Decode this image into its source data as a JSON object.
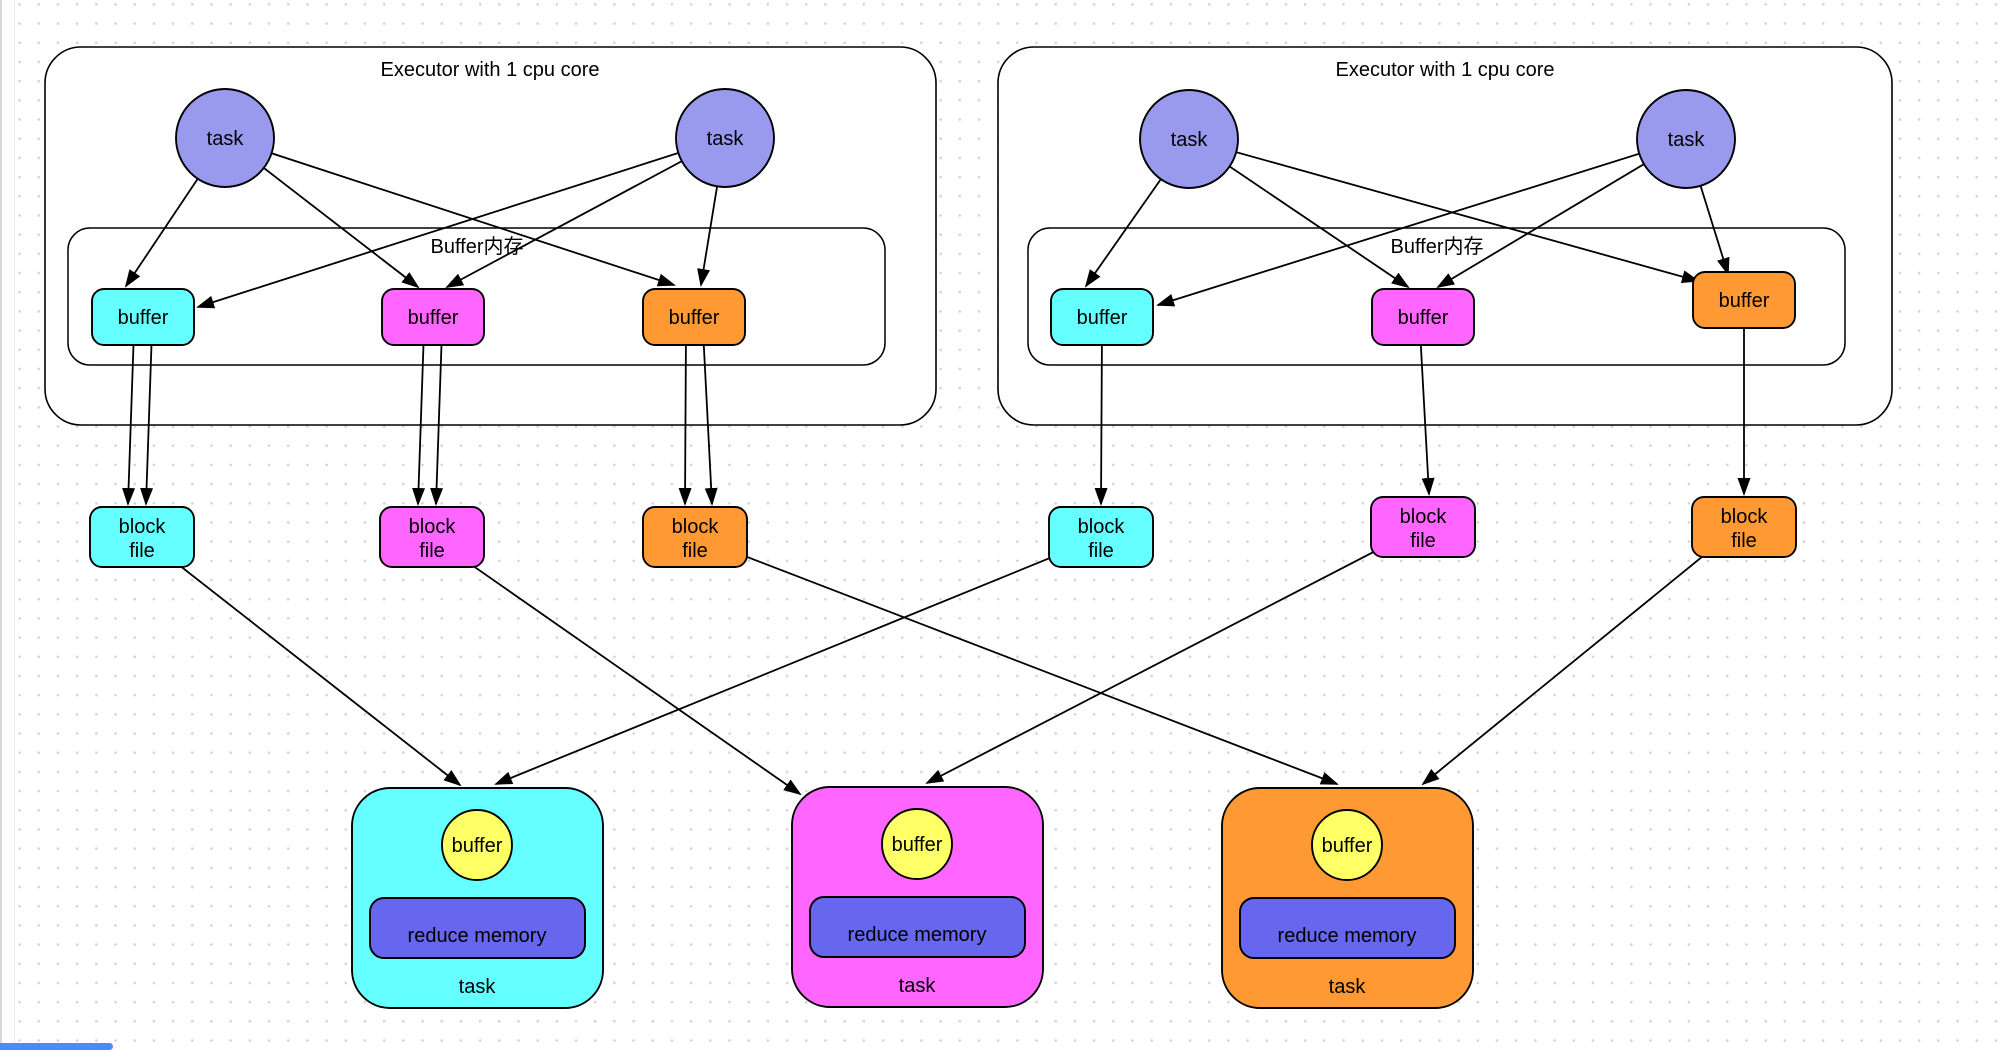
{
  "diagram": {
    "executors": [
      {
        "title": "Executor with 1 cpu core",
        "memory_zone_label": "Buffer内存"
      },
      {
        "title": "Executor with 1 cpu core",
        "memory_zone_label": "Buffer内存"
      }
    ],
    "labels": {
      "task": "task",
      "buffer": "buffer",
      "block_line1": "block",
      "block_line2": "file",
      "reduce_memory": "reduce memory"
    },
    "colors": {
      "task_fill": "#9999ee",
      "cyan": "#66ffff",
      "magenta": "#ff66ff",
      "orange": "#ff9933",
      "yellow": "#ffff66",
      "reduce_memory_fill": "#6666ee",
      "white": "#ffffff",
      "stroke": "#000000",
      "grid_dot": "#d4d4d4",
      "corner_accent": "#4a8cf7"
    }
  }
}
